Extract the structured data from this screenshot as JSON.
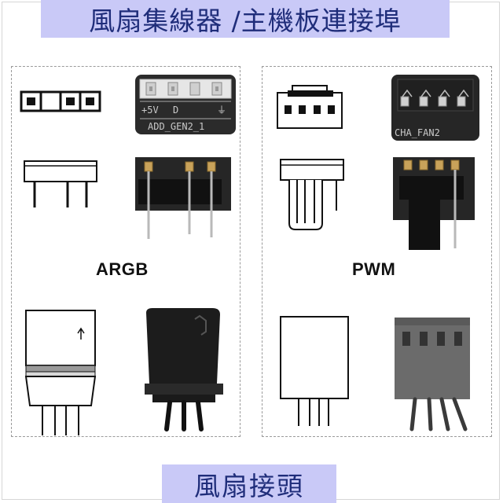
{
  "header": {
    "title": "風扇集線器 /主機板連接埠"
  },
  "sections": [
    {
      "label": "ARGB",
      "board_header_pin_labels": [
        "+5V",
        "D",
        "",
        "⏚"
      ],
      "board_header_name": "ADD_GEN2_1"
    },
    {
      "label": "PWM",
      "board_header_name": "CHA_FAN2"
    }
  ],
  "footer": {
    "title": "風扇接頭"
  }
}
